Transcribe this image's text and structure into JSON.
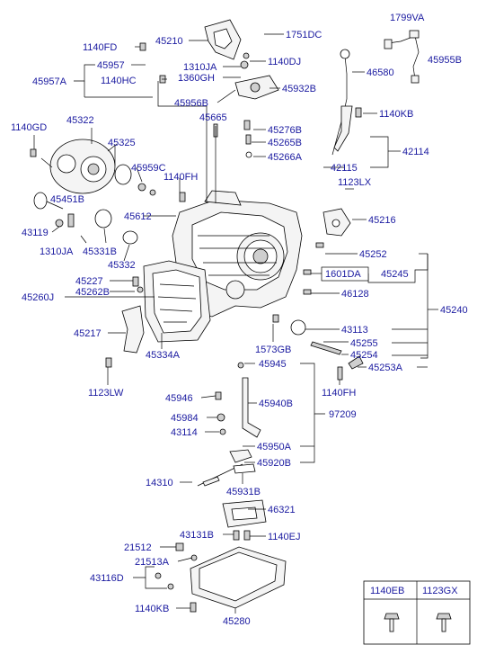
{
  "callouts": {
    "c1799VA": "1799VA",
    "c45955B": "45955B",
    "c45210": "45210",
    "c1751DC": "1751DC",
    "c1140FD": "1140FD",
    "c45957": "45957",
    "c45957A": "45957A",
    "c1140HC": "1140HC",
    "c1310JA_top": "1310JA",
    "c1360GH": "1360GH",
    "c1140DJ": "1140DJ",
    "c45932B": "45932B",
    "c46580": "46580",
    "c45956B": "45956B",
    "c1140KB_top": "1140KB",
    "c45665": "45665",
    "c45276B": "45276B",
    "c45265B": "45265B",
    "c45266A": "45266A",
    "c42114": "42114",
    "c42115": "42115",
    "c1140GD": "1140GD",
    "c45322": "45322",
    "c45325": "45325",
    "c45959C": "45959C",
    "c1140FH_top": "1140FH",
    "c1123LX": "1123LX",
    "c45451B": "45451B",
    "c43119": "43119",
    "c45612": "45612",
    "c45216": "45216",
    "c1310JA_mid": "1310JA",
    "c45331B": "45331B",
    "c45332": "45332",
    "c45252": "45252",
    "c1601DA": "1601DA",
    "c45245": "45245",
    "c45227": "45227",
    "c45262B": "45262B",
    "c46128": "46128",
    "c45260J": "45260J",
    "c45240": "45240",
    "c43113": "43113",
    "c45217": "45217",
    "c1573GB": "1573GB",
    "c45255": "45255",
    "c45334A": "45334A",
    "c45254": "45254",
    "c45945": "45945",
    "c45253A": "45253A",
    "c1123LW": "1123LW",
    "c1140FH_mid": "1140FH",
    "c45946": "45946",
    "c45940B": "45940B",
    "c97209": "97209",
    "c45984": "45984",
    "c43114": "43114",
    "c45950A": "45950A",
    "c45920B": "45920B",
    "c14310": "14310",
    "c45931B": "45931B",
    "c46321": "46321",
    "c43131B": "43131B",
    "c1140EJ": "1140EJ",
    "c21512": "21512",
    "c21513A": "21513A",
    "c43116D": "43116D",
    "c1140KB_bot": "1140KB",
    "c45280": "45280"
  },
  "fastener_table": {
    "headers": [
      "1140EB",
      "1123GX"
    ]
  }
}
